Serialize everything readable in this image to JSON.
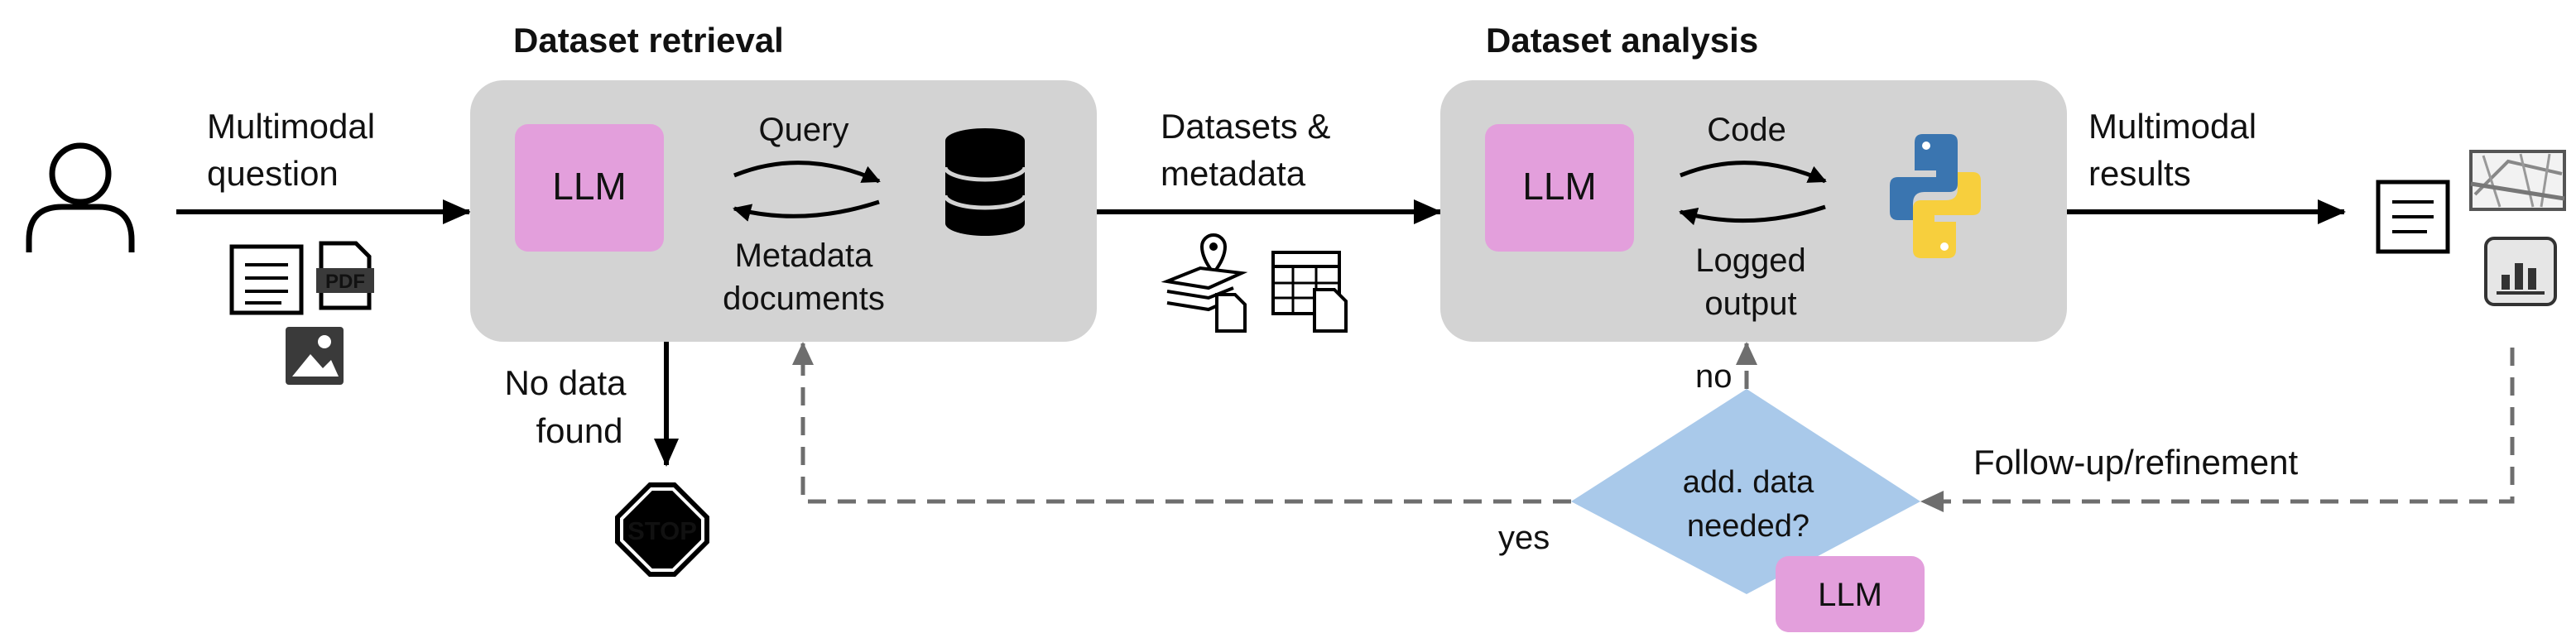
{
  "stages": {
    "retrieval": {
      "title": "Dataset retrieval",
      "llm": "LLM",
      "query": "Query",
      "metadata_line1": "Metadata",
      "metadata_line2": "documents"
    },
    "analysis": {
      "title": "Dataset analysis",
      "llm": "LLM",
      "code": "Code",
      "logged_line1": "Logged",
      "logged_line2": "output"
    }
  },
  "flow": {
    "input_line1": "Multimodal",
    "input_line2": "question",
    "datasets_line1": "Datasets &",
    "datasets_line2": "metadata",
    "results_line1": "Multimodal",
    "results_line2": "results",
    "nodata_line1": "No data",
    "nodata_line2": "found",
    "stop": "STOP",
    "pdf": "PDF"
  },
  "decision": {
    "line1": "add. data",
    "line2": "needed?",
    "yes": "yes",
    "no": "no",
    "llm": "LLM",
    "followup": "Follow-up/refinement"
  },
  "colors": {
    "panel": "#d3d3d3",
    "llm": "#e39fdc",
    "decision": "#a9c9ea",
    "python_blue": "#3a75b0",
    "python_yellow": "#f7cf3d"
  },
  "icons": [
    "user-icon",
    "document-icon",
    "pdf-icon",
    "image-icon",
    "database-icon",
    "python-icon",
    "map-layers-icon",
    "table-icon",
    "stop-sign-icon",
    "map-icon",
    "bar-chart-icon"
  ]
}
